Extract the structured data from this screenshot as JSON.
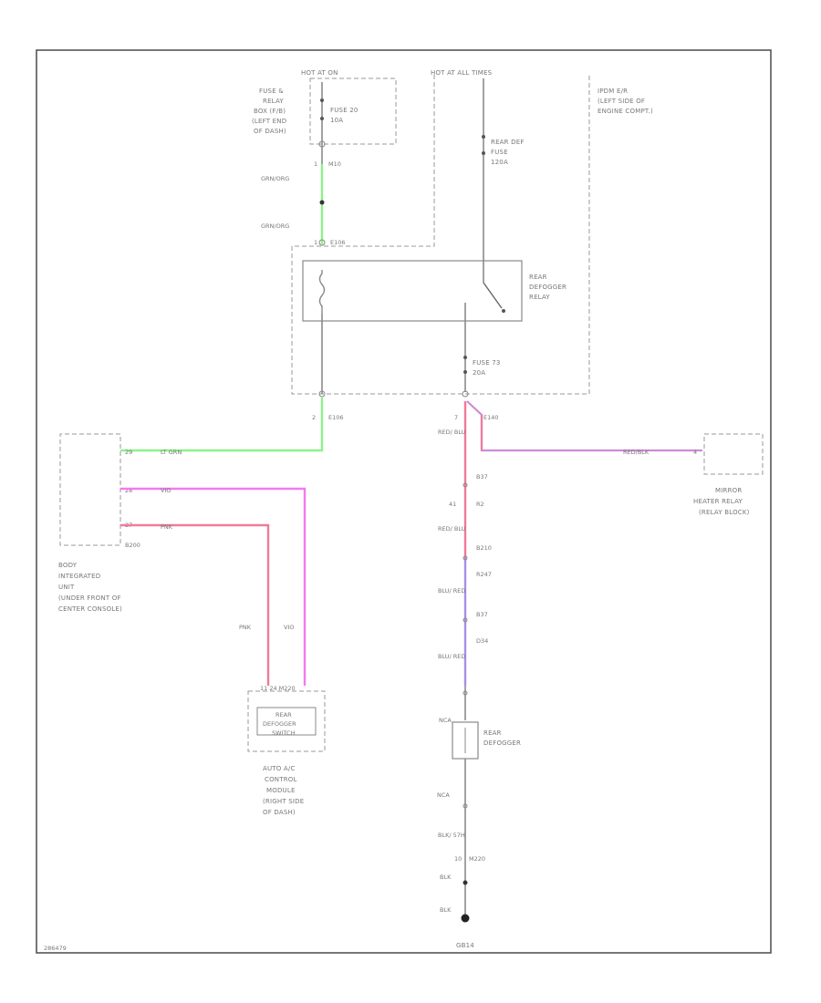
{
  "diagram_id": "286479",
  "power": {
    "hot_at_all_times": "HOT AT ALL TIMES",
    "hot_at_on": "HOT AT ON"
  },
  "fuse_relay_box": {
    "lines": [
      "FUSE &",
      "RELAY",
      "BOX (F/B)",
      "(LEFT END",
      "OF DASH)"
    ],
    "fuse": [
      "FUSE 20",
      "10A"
    ]
  },
  "ipdm": {
    "lines": [
      "IPDM E/R",
      "(LEFT SIDE OF",
      "ENGINE COMPT.)"
    ],
    "fuse_main": [
      "REAR DEF",
      "FUSE",
      "120A"
    ],
    "fuse_73": [
      "FUSE 73",
      "20A"
    ],
    "relay": [
      "REAR",
      "DEFOGGER",
      "RELAY"
    ]
  },
  "connectors": {
    "m10": "M10",
    "e106a": "E106",
    "e106b": "E106",
    "e140": "E140",
    "pin_1a": "1",
    "pin_1b": "1",
    "pin_2": "2",
    "pin_7": "7",
    "b37": "B37",
    "r2": "R2",
    "b210": "B210",
    "r247": "R247",
    "b37b": "B37",
    "d34": "D34",
    "m220": "M220"
  },
  "wires": {
    "grn_org_1": "GRN/ORG",
    "grn_org_2": "GRN/ORG",
    "lt_grn": "LT GRN",
    "vio": "VIO",
    "pnk": "PNK",
    "pnk_v": "PNK",
    "vio_v": "VIO",
    "red_blu_1": "RED/ BLU",
    "red_blu_2": "RED/ BLU",
    "blu_red_1": "BLU/ RED",
    "blu_red_2": "BLU/ RED",
    "red_blk": "RED/BLK",
    "pin_41": "41",
    "pin_10": "10",
    "blk_b": "BLK/ 57H",
    "blk_1": "BLK",
    "blk_2": "BLK"
  },
  "bcm": {
    "lines": [
      "BODY",
      "INTEGRATED",
      "UNIT",
      "(UNDER FRONT OF",
      "CENTER CONSOLE)"
    ],
    "pin_29": "29",
    "pin_28": "28",
    "pin_27": "27",
    "conn": "B200"
  },
  "mirror": {
    "lines": [
      "MIRROR",
      "HEATER RELAY",
      "(RELAY BLOCK)"
    ],
    "pin": "4"
  },
  "ac_module": {
    "button": [
      "REAR",
      "DEFOGGER",
      "SWITCH"
    ],
    "lines": [
      "AUTO A/C",
      "CONTROL",
      "MODULE",
      "(RIGHT SIDE",
      "OF DASH)"
    ],
    "pins": "11   24   M220"
  },
  "defogger": {
    "label": [
      "REAR",
      "DEFOGGER"
    ],
    "top": "NCA",
    "bottom": "NCA"
  },
  "ground": "GB14",
  "colors": {
    "green": "#8ef28a",
    "magenta": "#f27af2",
    "pink": "#f07a9a",
    "purple": "#a98ee8",
    "mauve": "#cf8ad8"
  }
}
